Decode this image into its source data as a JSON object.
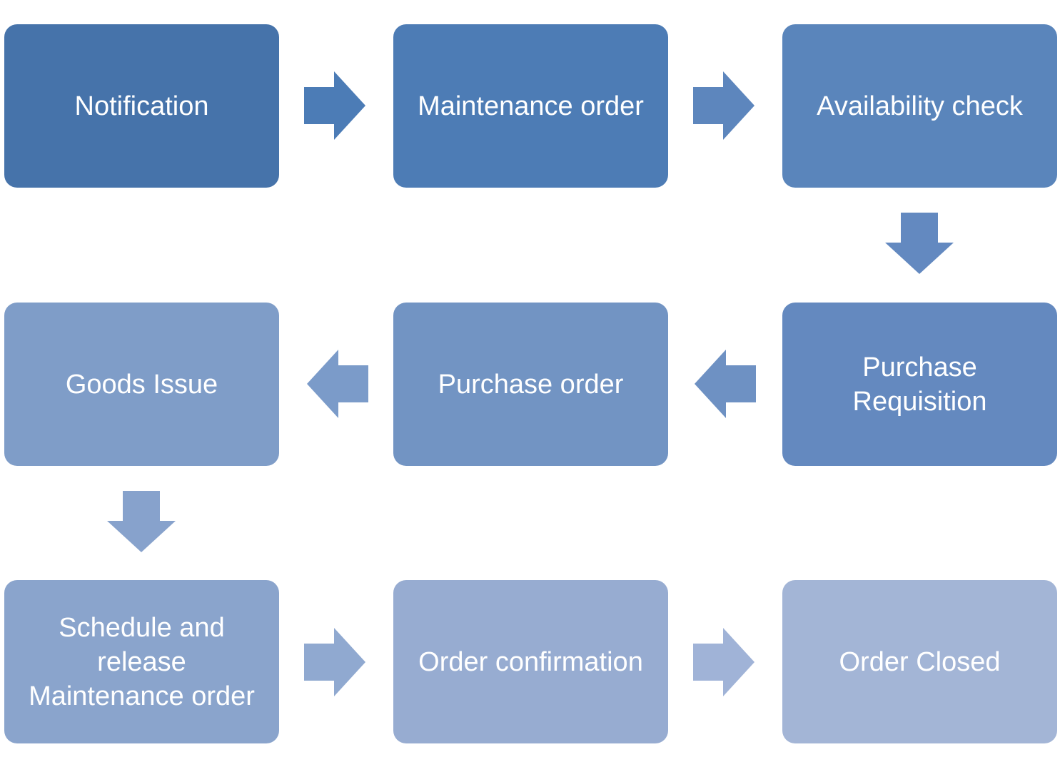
{
  "steps": [
    {
      "label": "Notification",
      "color": "#4673aa"
    },
    {
      "label": "Maintenance order",
      "color": "#4d7cb5"
    },
    {
      "label": "Availability check",
      "color": "#5a85bb"
    },
    {
      "label": "Purchase\nRequisition",
      "color": "#6489bf"
    },
    {
      "label": "Purchase order",
      "color": "#7294c3"
    },
    {
      "label": "Goods Issue",
      "color": "#7f9dc8"
    },
    {
      "label": "Schedule and\nrelease\nMaintenance order",
      "color": "#8aa4cc"
    },
    {
      "label": "Order confirmation",
      "color": "#97acd1"
    },
    {
      "label": "Order Closed",
      "color": "#a3b5d6"
    }
  ],
  "arrows": [
    {
      "direction": "right",
      "color": "#4c7cb6"
    },
    {
      "direction": "right",
      "color": "#5d86bd"
    },
    {
      "direction": "down",
      "color": "#6389c0"
    },
    {
      "direction": "left",
      "color": "#6e91c3"
    },
    {
      "direction": "left",
      "color": "#7b9bc9"
    },
    {
      "direction": "down",
      "color": "#87a2cc"
    },
    {
      "direction": "right",
      "color": "#90a9d0"
    },
    {
      "direction": "right",
      "color": "#a0b3d7"
    }
  ]
}
